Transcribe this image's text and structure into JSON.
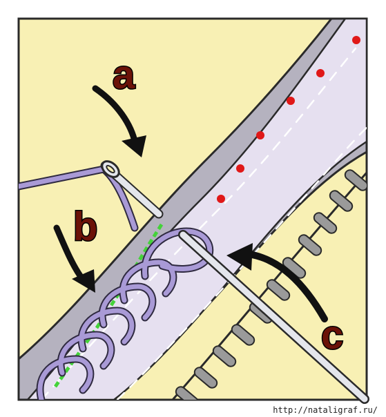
{
  "labels": {
    "a": "a",
    "b": "b",
    "c": "c"
  },
  "credit": "http://nataligraf.ru/",
  "colors": {
    "background": "#f8f0b4",
    "fabric": "#e6e0f0",
    "fabric_edge": "#a9a6b3",
    "thread": "#a99ad6",
    "thread_outline": "#2f2a40",
    "needle": "#e4e6ec",
    "dots": "#e01818",
    "guide_line": "#44d23a",
    "teeth": "#9a9a9a",
    "label_fill": "#6b1208",
    "arrow": "#111111"
  }
}
